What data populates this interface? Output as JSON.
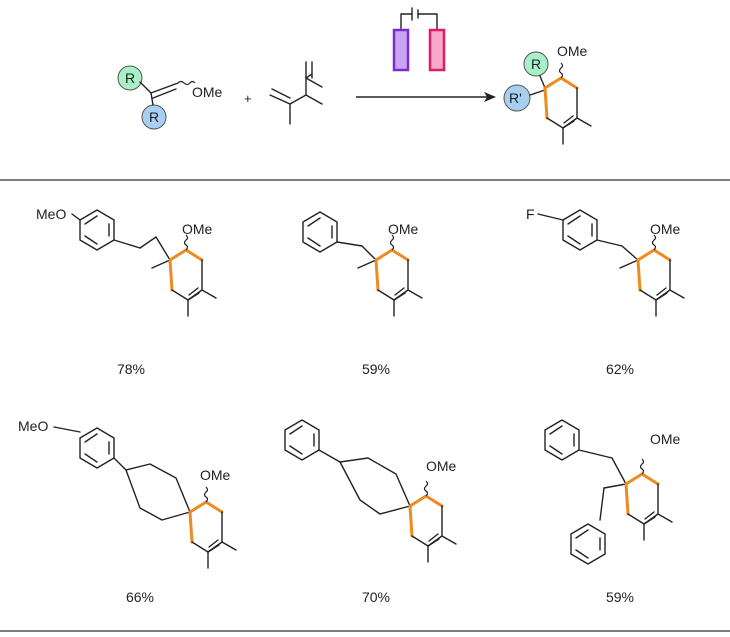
{
  "colors": {
    "ring_highlight": "#ef8a1e",
    "circle_R_top": "#a8f0c8",
    "circle_R_bottom": "#a8cff2",
    "electrode_left": "#9b3fe0",
    "electrode_right": "#e91e7a",
    "rule": "#333333"
  },
  "scheme": {
    "reactant1": {
      "sub_top": "R",
      "sub_bottom": "R",
      "group": "OMe"
    },
    "plus": "+",
    "product": {
      "sub_top": "R",
      "sub_bottom": "R'",
      "group": "OMe"
    }
  },
  "examples": [
    {
      "substituent": "MeO",
      "group": "OMe",
      "yield": "78%"
    },
    {
      "substituent": "",
      "group": "OMe",
      "yield": "59%"
    },
    {
      "substituent": "F",
      "group": "OMe",
      "yield": "62%"
    },
    {
      "substituent": "MeO",
      "group": "OMe",
      "yield": "66%"
    },
    {
      "substituent": "",
      "group": "OMe",
      "yield": "70%"
    },
    {
      "substituent": "",
      "group": "OMe",
      "yield": "59%"
    }
  ]
}
